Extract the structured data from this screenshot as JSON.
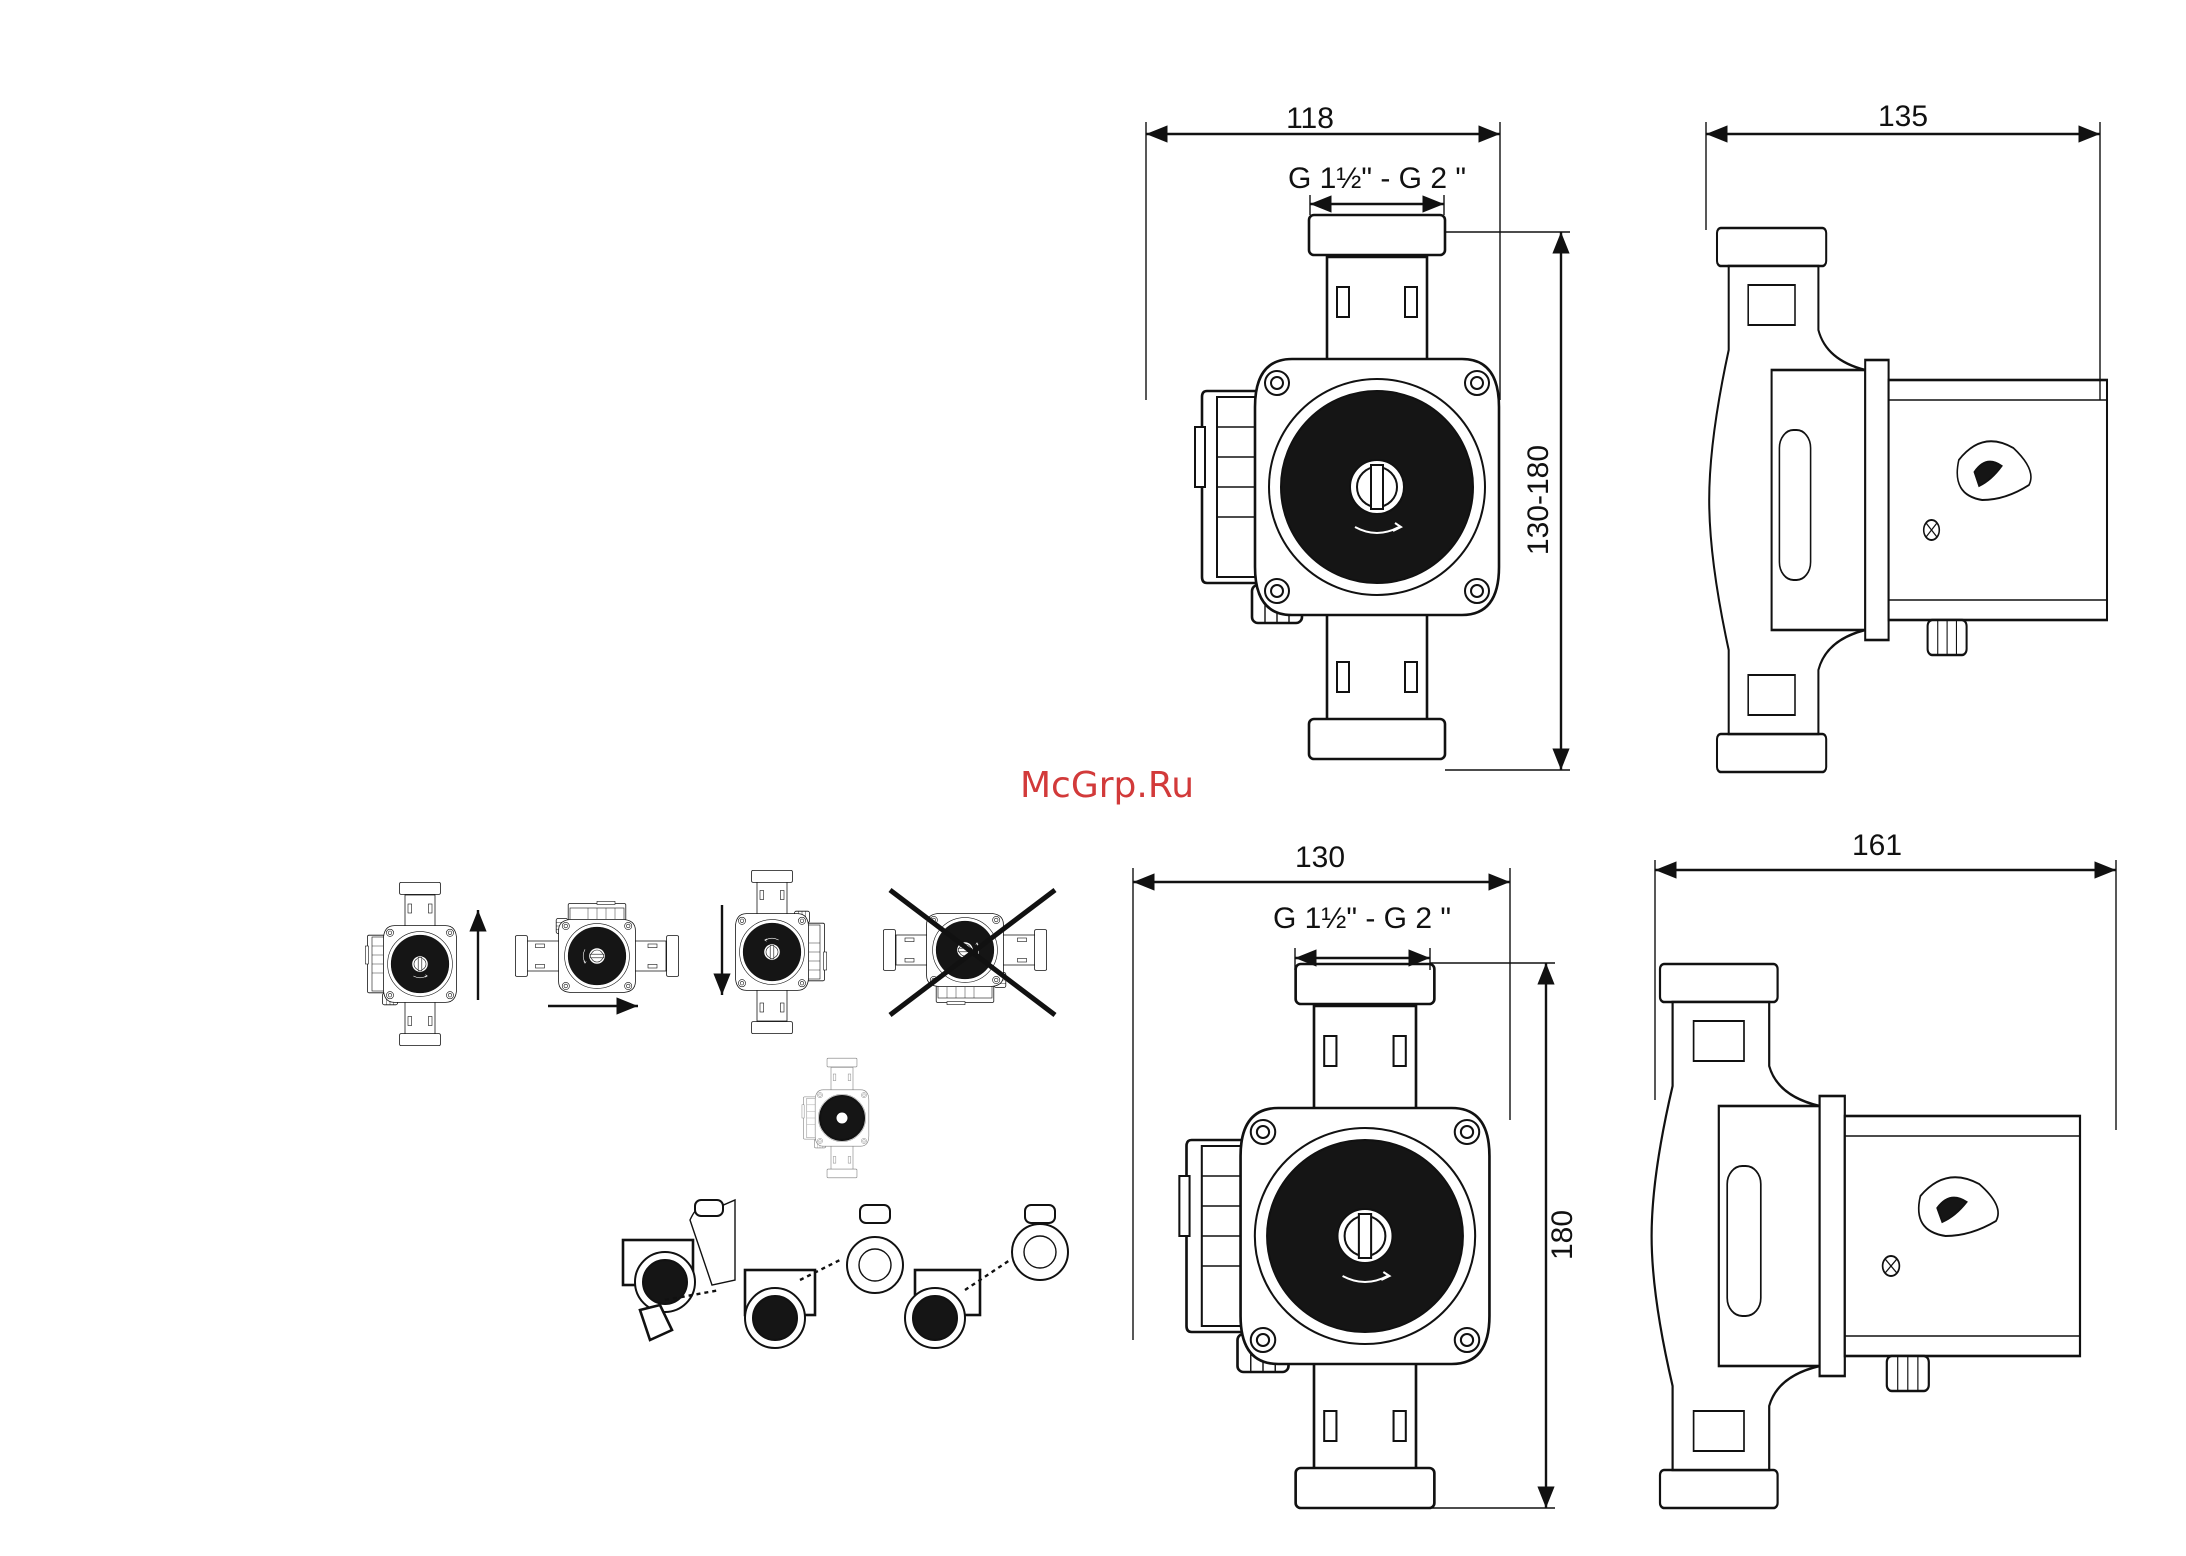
{
  "watermark": "McGrp.Ru",
  "views": {
    "top_front": {
      "width": "118",
      "thread": "G 1½\" - G 2 \"",
      "height": "130-180"
    },
    "top_side": {
      "width": "135"
    },
    "bottom_front": {
      "width": "130",
      "thread": "G 1½\" - G 2 \"",
      "height": "180"
    },
    "bottom_side": {
      "width": "161"
    }
  },
  "colors": {
    "line": "#111111",
    "impeller": "#151515",
    "watermark": "#d23a3a"
  }
}
